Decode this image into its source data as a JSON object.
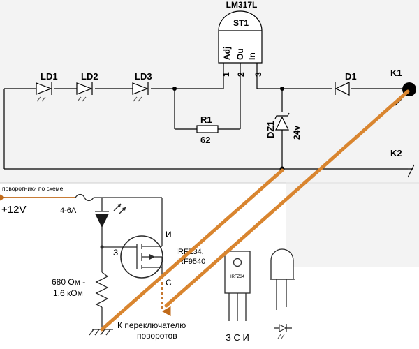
{
  "regulator": {
    "part": "LM317L",
    "ref": "ST1",
    "pin_adj": "Adj",
    "pin_out": "Ou",
    "pin_in": "In",
    "pin1": "1",
    "pin2": "2",
    "pin3": "3"
  },
  "leds": [
    "LD1",
    "LD2",
    "LD3"
  ],
  "resistor_r1": {
    "ref": "R1",
    "value": "62"
  },
  "zener": {
    "ref": "DZ1",
    "value": "24v"
  },
  "diode": {
    "ref": "D1"
  },
  "terminals": {
    "k1": "K1",
    "k2": "K2"
  },
  "switch_circuit": {
    "wire_note": "поворотники по схеме",
    "supply": "+12V",
    "fuse": "4-6A",
    "gate": "З",
    "source": "И",
    "drain": "С",
    "mosfet_types": [
      "IRFZ34,",
      "IRF9540"
    ],
    "resistor": [
      "680 Ом -",
      "1.6 кОм"
    ],
    "to_switch": [
      "К переключателю",
      "поворотов"
    ],
    "package_marking": "IRFZ34",
    "package_pins": "З С И"
  },
  "colors": {
    "link_line": "#d9852f",
    "arrow_note": "#c06a1a",
    "panel_bg": "#f3f3f3"
  },
  "icons": [
    "terminal-dot",
    "led-symbol",
    "zener-symbol",
    "diode-symbol",
    "mosfet-symbol",
    "fuse-symbol",
    "ground-symbol"
  ]
}
